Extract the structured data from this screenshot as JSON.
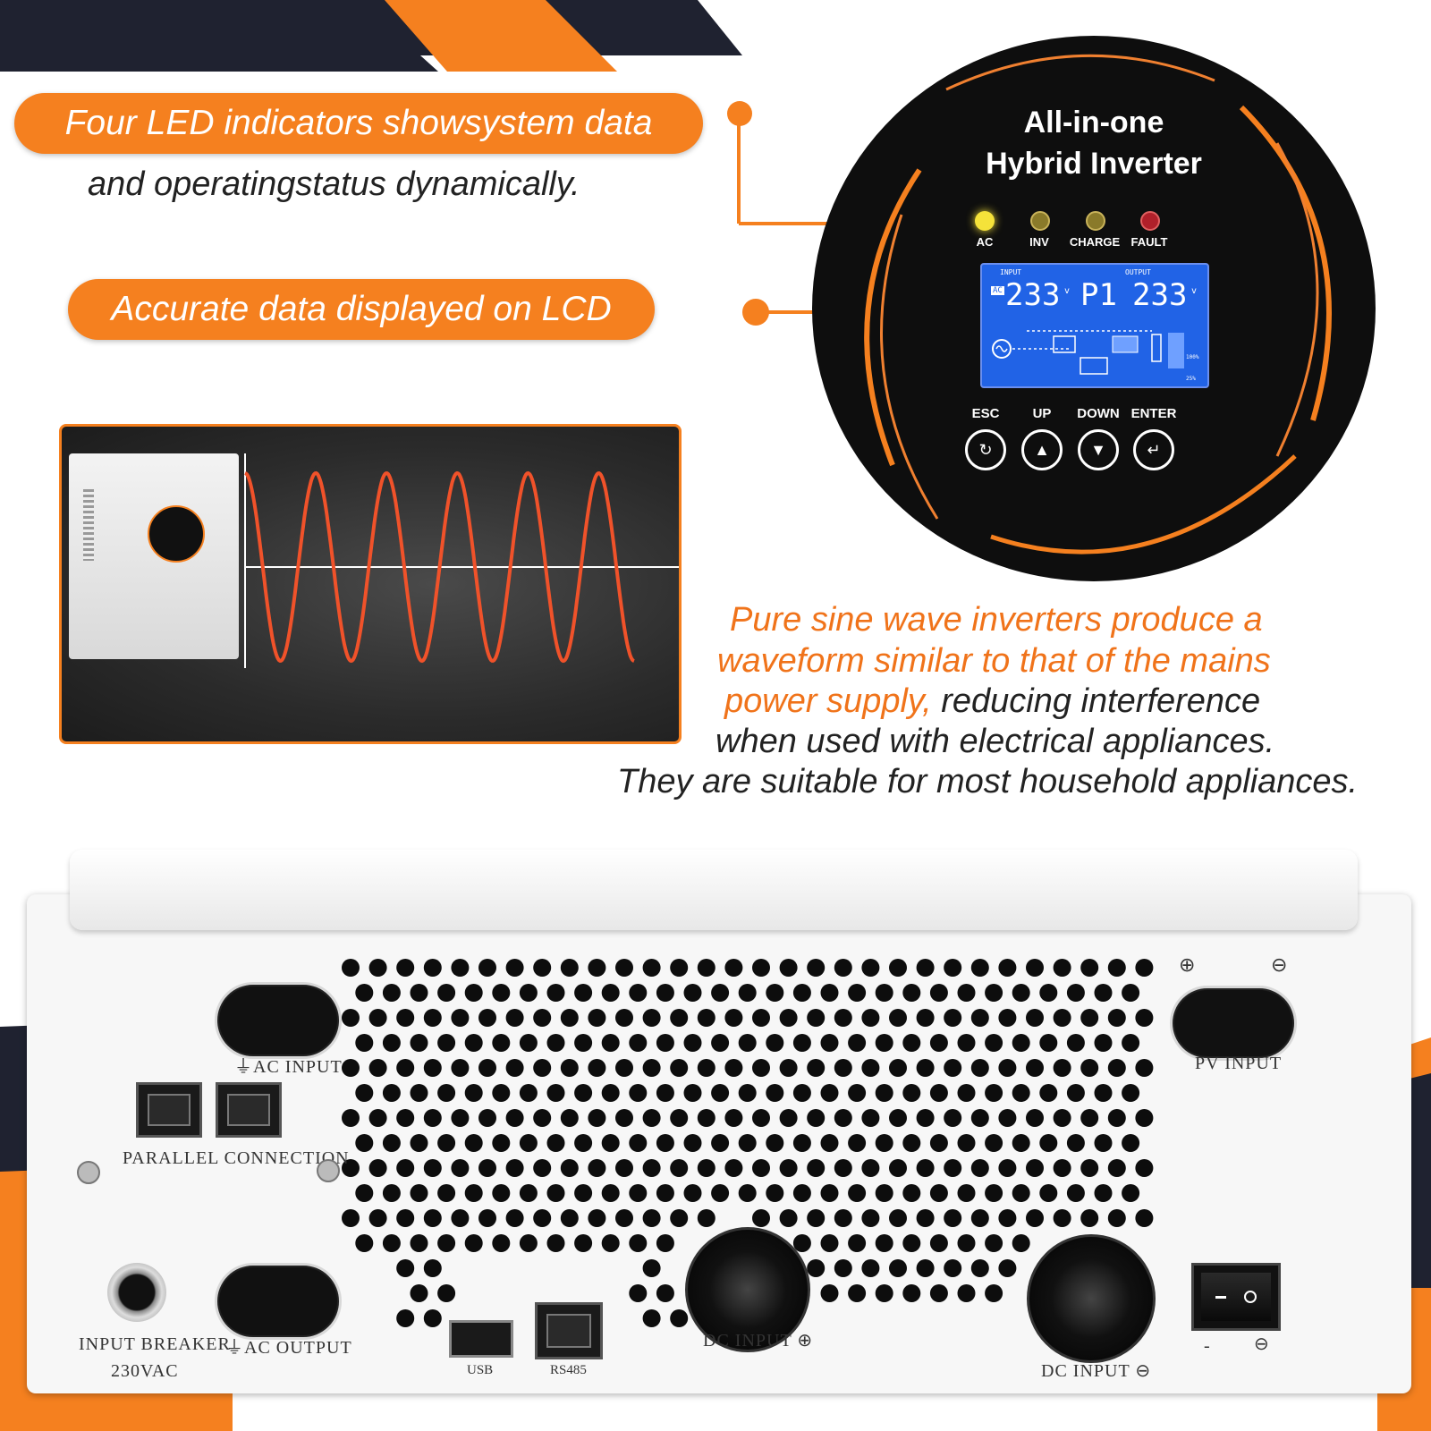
{
  "callouts": {
    "led_line1": "Four LED indicators showsystem data",
    "led_line2": "and operatingstatus dynamically.",
    "lcd": "Accurate data displayed on LCD"
  },
  "panel": {
    "title_line1": "All-in-one",
    "title_line2": "Hybrid Inverter",
    "leds": [
      {
        "label": "AC",
        "color": "#f5e23a"
      },
      {
        "label": "INV",
        "color": "#8a7a2a"
      },
      {
        "label": "CHARGE",
        "color": "#8a7a2a"
      },
      {
        "label": "FAULT",
        "color": "#b0202a"
      }
    ],
    "lcd": {
      "input_label": "INPUT",
      "output_label": "OUTPUT",
      "ac_badge": "AC",
      "input_value": "233",
      "mode": "P1",
      "output_value": "233",
      "unit": "v",
      "pct_high": "100%",
      "pct_low": "25%"
    },
    "buttons": [
      {
        "label": "ESC",
        "glyph": "↻"
      },
      {
        "label": "UP",
        "glyph": "▲"
      },
      {
        "label": "DOWN",
        "glyph": "▼"
      },
      {
        "label": "ENTER",
        "glyph": "↵"
      }
    ]
  },
  "description": {
    "orange_part1": "Pure sine wave inverters produce a",
    "orange_part2": "waveform similar to that of the mains",
    "orange_part3": "power supply,",
    "dark_part3": " reducing interference",
    "dark_line4": "when used with electrical appliances.",
    "dark_line5": "They are suitable for most household appliances."
  },
  "rear_panel": {
    "ac_input": "AC INPUT",
    "parallel": "PARALLEL CONNECTION",
    "input_breaker": "INPUT BREAKER",
    "breaker_rating": "230VAC",
    "ac_output": "AC OUTPUT",
    "usb": "USB",
    "rs485": "RS485",
    "dc_input_pos": "DC INPUT",
    "dc_input_neg": "DC INPUT",
    "pv_input": "PV INPUT",
    "plus": "⊕",
    "minus": "⊖",
    "switch_off": "-",
    "switch_on": "⊖"
  },
  "colors": {
    "accent": "#f5801f",
    "dark": "#1f2230",
    "panel_bg": "#111111",
    "lcd_blue": "#1f5ee0"
  }
}
